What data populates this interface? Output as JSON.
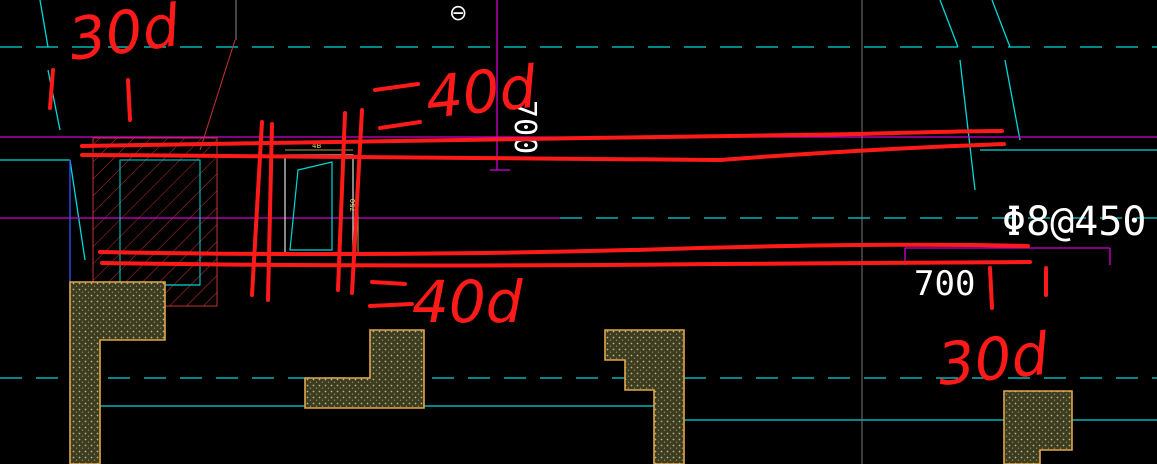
{
  "drawing": {
    "colors": {
      "background": "#000000",
      "axis_line": "#00d8d8",
      "magenta_line": "#d000d0",
      "column_fill": "#6b6b3a",
      "column_edge": "#e3a64a",
      "hatch_red": "#c83232",
      "annotation_red": "#ff1a1a",
      "text_white": "#ffffff",
      "dim_yellow": "#e6d35a"
    },
    "labels": {
      "axis_symbol": "⊖",
      "rebar_spec": "Φ8@450",
      "dim_700_right": "700",
      "dim_700_top": "700",
      "opening_dim_width": "4B",
      "opening_dim_height": "750"
    },
    "annotations": {
      "top_left": "30d",
      "top_mid": "40d",
      "bottom_mid": "40d",
      "bottom_right": "30d"
    }
  }
}
